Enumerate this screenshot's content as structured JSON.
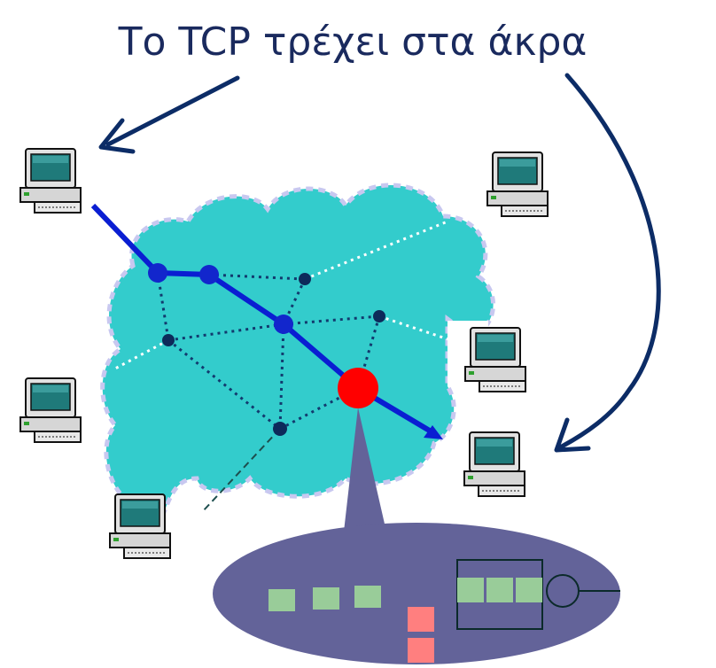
{
  "title": "Το TCP τρέχει στα άκρα",
  "colors": {
    "cloud_fill": "#33cccc",
    "cloud_border": "#c8c8f0",
    "link_dark": "#123a6e",
    "link_white": "#ffffff",
    "path_blue": "#0a1ed2",
    "node_dark": "#0d2a5a",
    "node_blue": "#1226cc",
    "router_red": "#ff0000",
    "callout_purple": "#636399",
    "packet_green": "#99cc99",
    "packet_pink": "#ff7f7f",
    "arrow_navy": "#0c2c66",
    "computer_case": "#d6d6d6",
    "computer_screen": "#1f7a7a"
  },
  "computers": [
    {
      "id": "top-left",
      "icon": "desktop-computer"
    },
    {
      "id": "top-right",
      "icon": "desktop-computer"
    },
    {
      "id": "middle-right",
      "icon": "desktop-computer"
    },
    {
      "id": "left",
      "icon": "desktop-computer"
    },
    {
      "id": "bottom-right",
      "icon": "desktop-computer"
    },
    {
      "id": "bottom-left",
      "icon": "desktop-computer"
    }
  ],
  "router_internals": {
    "queued_packets": 3,
    "buffer_packets": 3,
    "dropped_packets": 2
  }
}
